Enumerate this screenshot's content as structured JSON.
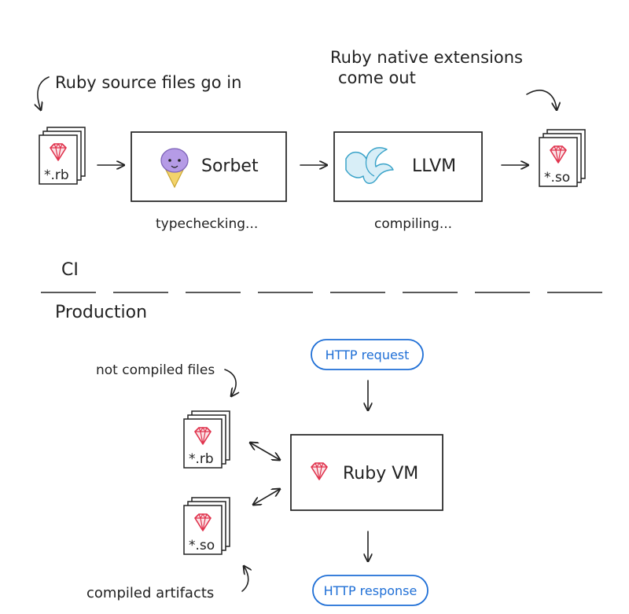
{
  "ci": {
    "annotation_in": "Ruby source files go in",
    "annotation_out_line1": "Ruby native extensions",
    "annotation_out_line2": "come out",
    "source_file_label": "*.rb",
    "output_file_label": "*.so",
    "sorbet": {
      "label": "Sorbet",
      "caption": "typechecking..."
    },
    "llvm": {
      "label": "LLVM",
      "caption": "compiling..."
    },
    "section_label": "CI"
  },
  "production": {
    "section_label": "Production",
    "http_request": "HTTP request",
    "http_response": "HTTP response",
    "vm_label": "Ruby VM",
    "rb_file_label": "*.rb",
    "so_file_label": "*.so",
    "not_compiled_note": "not compiled files",
    "compiled_note": "compiled artifacts"
  },
  "colors": {
    "ruby_red": "#e0334d",
    "ice_cream_purple": "#b59be6",
    "cone_yellow": "#f3d36b",
    "llvm_teal": "#3aa3c9",
    "http_blue": "#1f6fd6"
  }
}
